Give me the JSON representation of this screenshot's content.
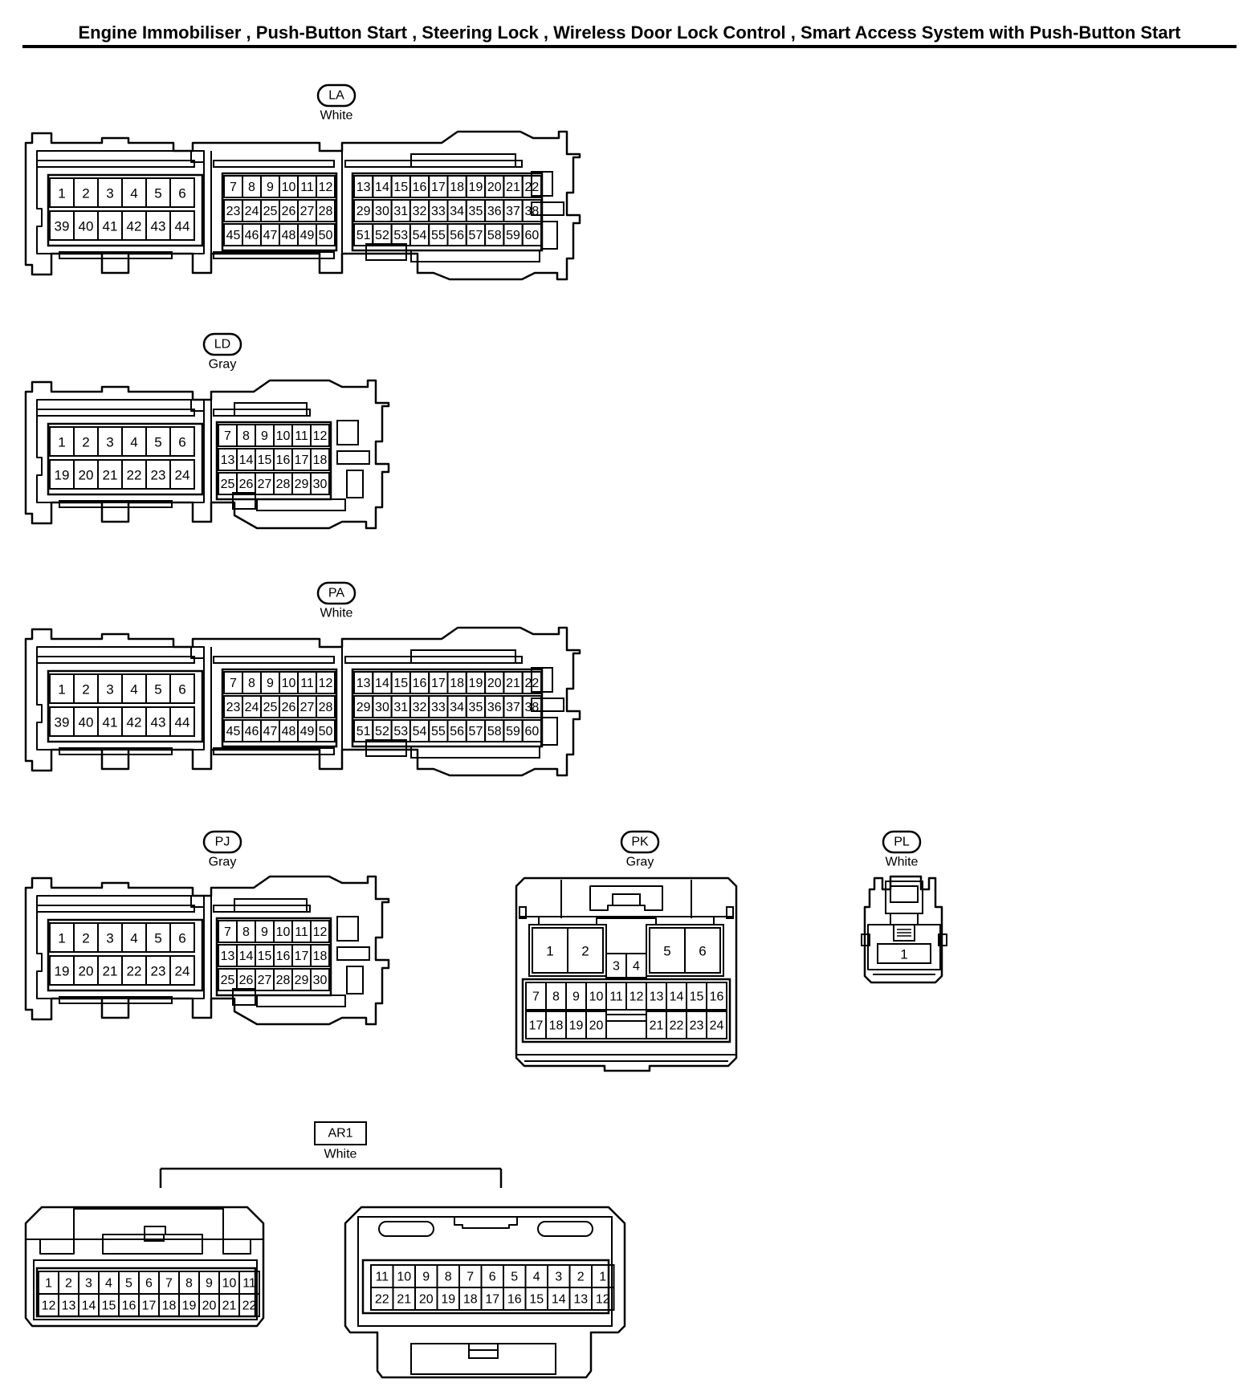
{
  "title": "Engine Immobiliser , Push-Button Start , Steering Lock , Wireless Door Lock Control , Smart Access System with Push-Button Start",
  "connectors": [
    {
      "id": "LA",
      "color": "White",
      "kind": "ecu60"
    },
    {
      "id": "LD",
      "color": "Gray",
      "kind": "ecu30"
    },
    {
      "id": "PA",
      "color": "White",
      "kind": "ecu60"
    },
    {
      "id": "PJ",
      "color": "Gray",
      "kind": "ecu30"
    },
    {
      "id": "PK",
      "color": "Gray",
      "kind": "pk24"
    },
    {
      "id": "PL",
      "color": "White",
      "kind": "pl1"
    },
    {
      "id": "AR1",
      "color": "White",
      "kind": "ar1"
    }
  ],
  "pin_layouts": {
    "ecu60": {
      "left_rows": [
        [
          1,
          2,
          3,
          4,
          5,
          6
        ],
        [
          39,
          40,
          41,
          42,
          43,
          44
        ]
      ],
      "mid_rows": [
        [
          7,
          8,
          9,
          10,
          11,
          12
        ],
        [
          23,
          24,
          25,
          26,
          27,
          28
        ],
        [
          45,
          46,
          47,
          48,
          49,
          50
        ]
      ],
      "right_rows": [
        [
          13,
          14,
          15,
          16,
          17,
          18,
          19,
          20,
          21,
          22
        ],
        [
          29,
          30,
          31,
          32,
          33,
          34,
          35,
          36,
          37,
          38
        ],
        [
          51,
          52,
          53,
          54,
          55,
          56,
          57,
          58,
          59,
          60
        ]
      ]
    },
    "ecu30": {
      "left_rows": [
        [
          1,
          2,
          3,
          4,
          5,
          6
        ],
        [
          19,
          20,
          21,
          22,
          23,
          24
        ]
      ],
      "mid_rows": [
        [
          7,
          8,
          9,
          10,
          11,
          12
        ],
        [
          13,
          14,
          15,
          16,
          17,
          18
        ],
        [
          25,
          26,
          27,
          28,
          29,
          30
        ]
      ]
    },
    "pk24": {
      "top_pins": [
        1,
        2,
        5,
        6
      ],
      "mid_pins": [
        3,
        4
      ],
      "row_a": [
        7,
        8,
        9,
        10,
        11,
        12,
        13,
        14,
        15,
        16
      ],
      "row_b_left": [
        17,
        18,
        19,
        20
      ],
      "row_b_right": [
        21,
        22,
        23,
        24
      ]
    },
    "pl1": {
      "pins": [
        1
      ]
    },
    "ar1": {
      "left_rows": [
        [
          1,
          2,
          3,
          4,
          5,
          6,
          7,
          8,
          9,
          10,
          11
        ],
        [
          12,
          13,
          14,
          15,
          16,
          17,
          18,
          19,
          20,
          21,
          22
        ]
      ],
      "right_rows": [
        [
          11,
          10,
          9,
          8,
          7,
          6,
          5,
          4,
          3,
          2,
          1
        ],
        [
          22,
          21,
          20,
          19,
          18,
          17,
          16,
          15,
          14,
          13,
          12
        ]
      ]
    }
  }
}
